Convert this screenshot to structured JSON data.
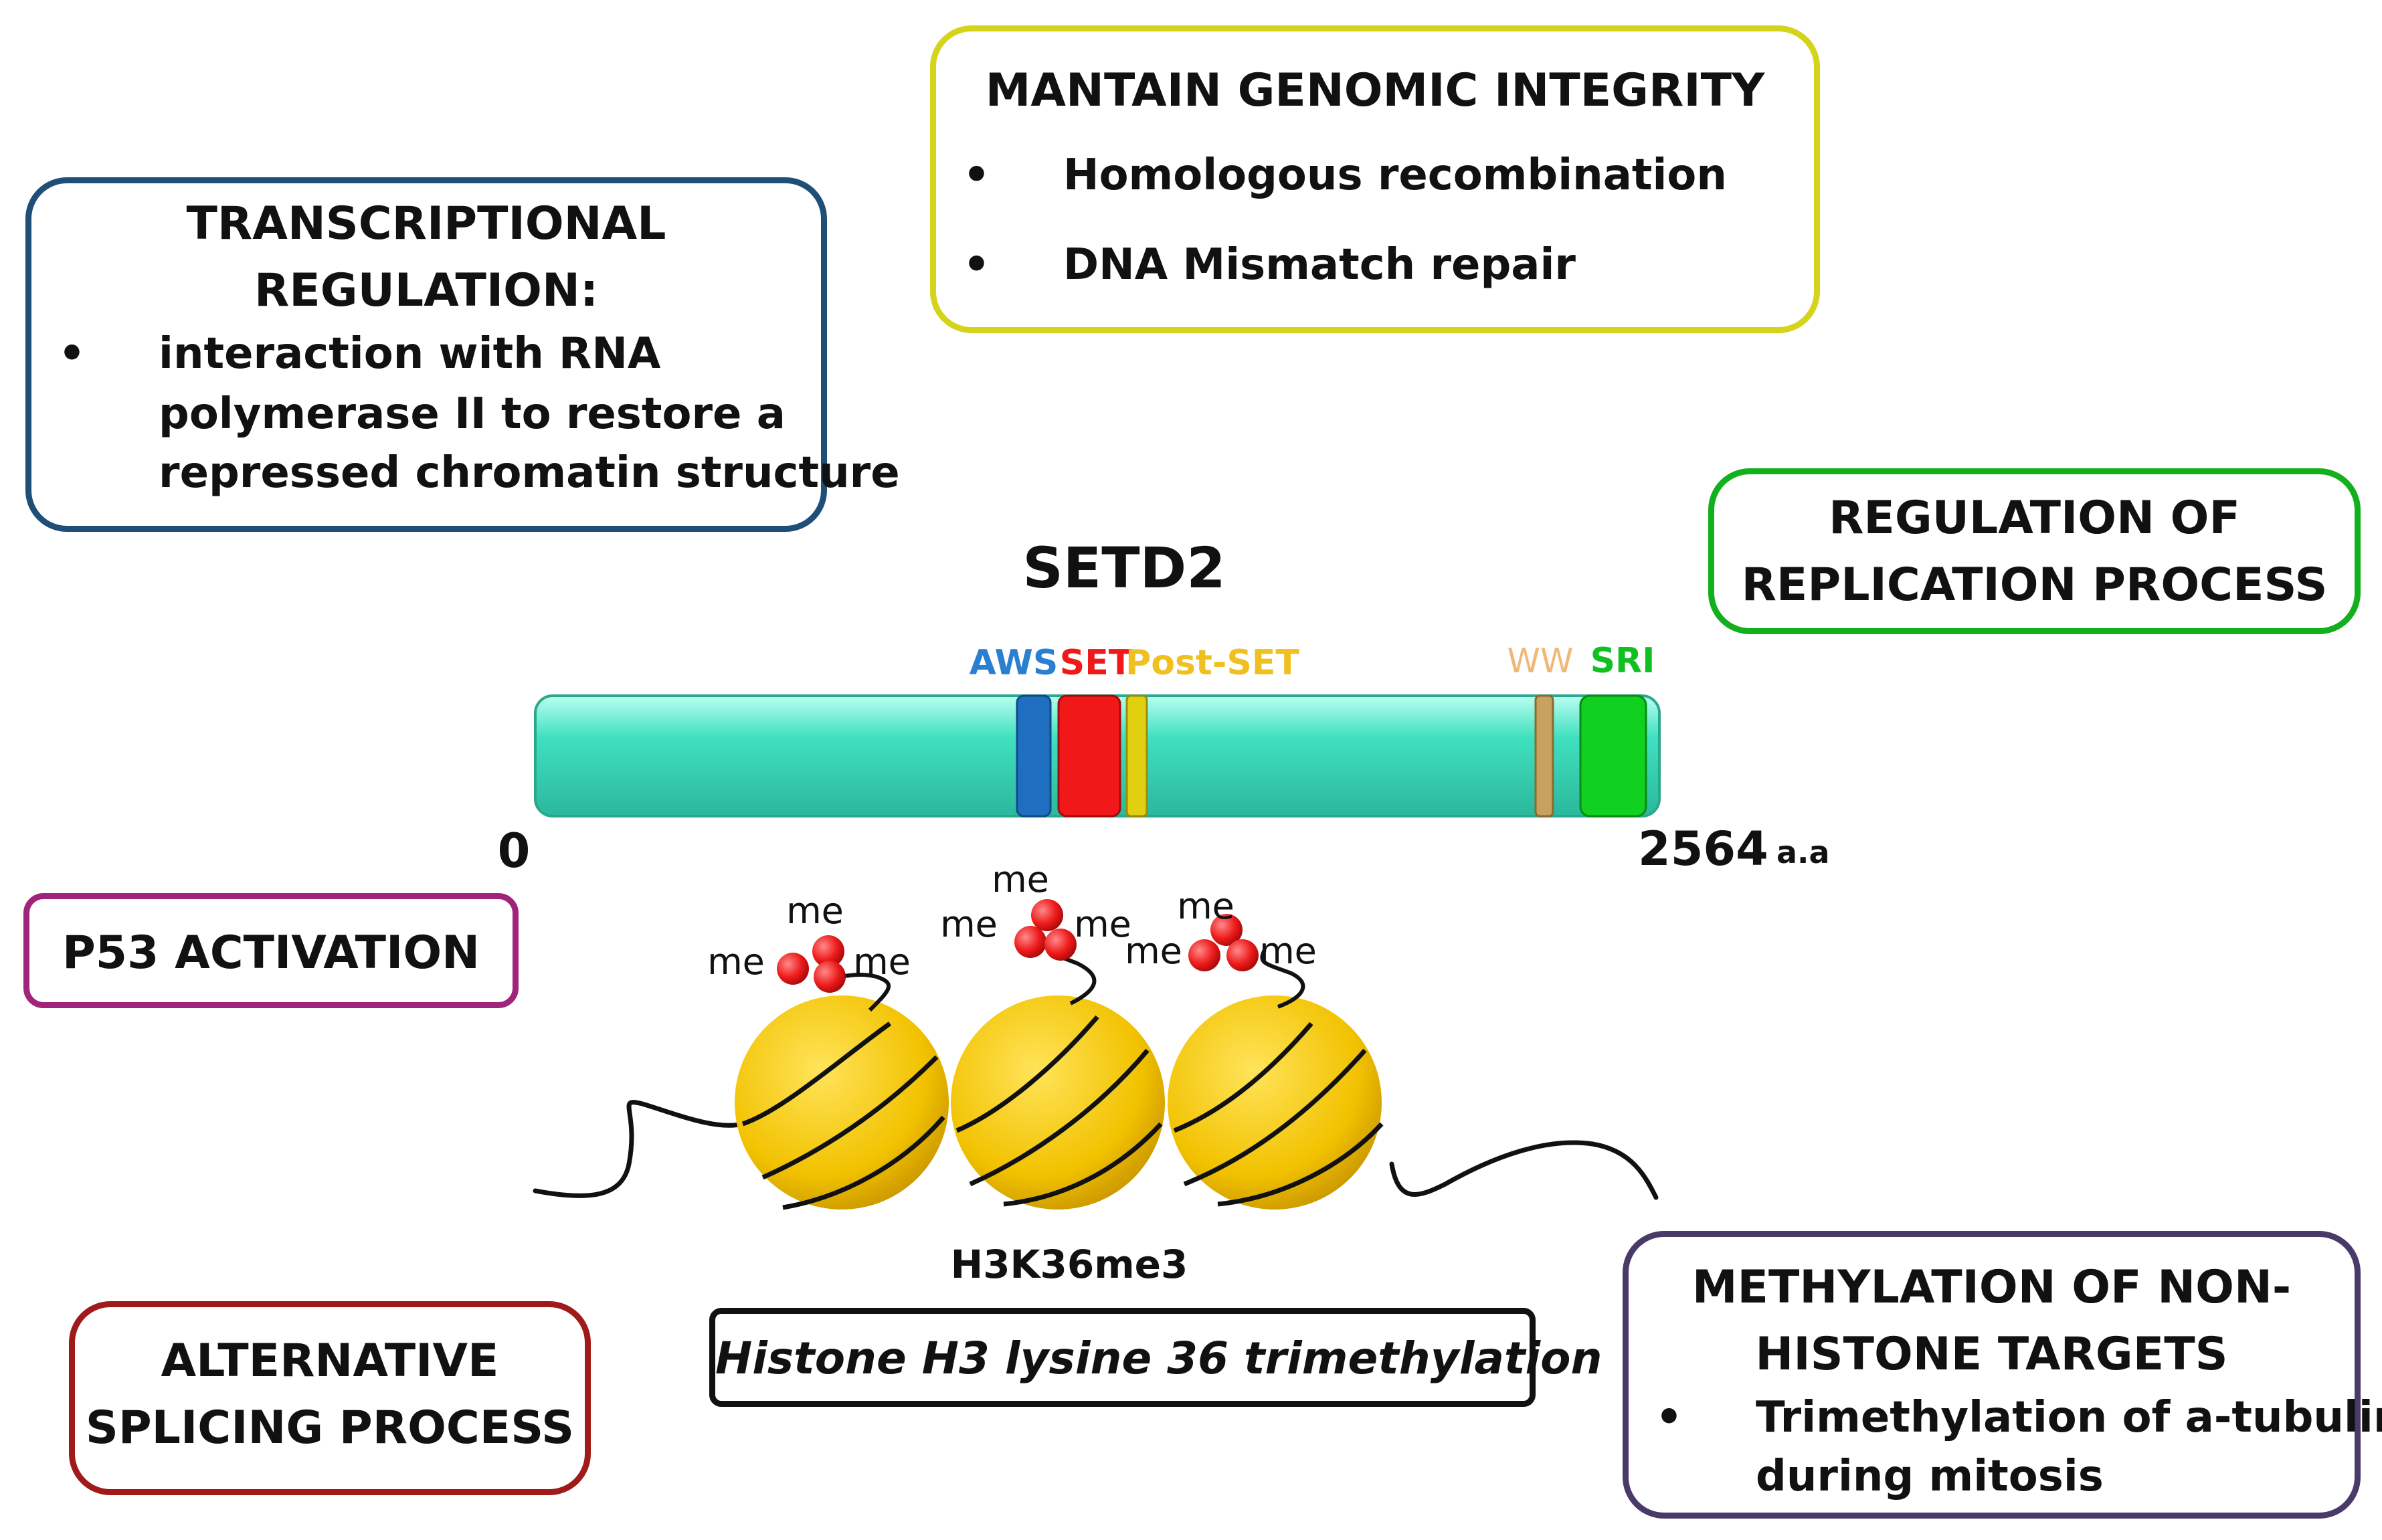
{
  "colors": {
    "transcription_border": "#1f4e79",
    "genomic_border": "#d4d41c",
    "replication_border": "#12b01c",
    "p53_border": "#a0247a",
    "splicing_border": "#a01a1a",
    "nonhistone_border": "#4a3a6a",
    "protein_body": "#3fe0bf",
    "aws": "#1f6fc0",
    "set": "#f01818",
    "post_set": "#e0d010",
    "ww": "#c8a060",
    "sri": "#10d020",
    "nucleosome": "#f2c200",
    "methyl": "#ee1c1c"
  },
  "transcriptional_regulation": {
    "title_line1": "TRANSCRIPTIONAL",
    "title_line2": "REGULATION:",
    "bullet_symbol": "•",
    "bullet_lines": [
      "interaction with RNA",
      "polymerase II to restore a",
      "repressed chromatin structure"
    ]
  },
  "genomic_integrity": {
    "title": "MANTAIN GENOMIC INTEGRITY",
    "bullet_symbol": "•",
    "bullets": [
      "Homologous recombination",
      "DNA Mismatch repair"
    ]
  },
  "replication": {
    "title_line1": "REGULATION OF",
    "title_line2": "REPLICATION PROCESS"
  },
  "p53": {
    "title": "P53 ACTIVATION"
  },
  "splicing": {
    "title_line1": "ALTERNATIVE",
    "title_line2": "SPLICING PROCESS"
  },
  "non_histone": {
    "title_line1": "METHYLATION OF NON-",
    "title_line2": "HISTONE TARGETS",
    "bullet_symbol": "•",
    "bullet_lines": [
      "Trimethylation of a-tubulin",
      "during mitosis"
    ]
  },
  "protein": {
    "name": "SETD2",
    "start": "0",
    "end": "2564",
    "unit": "a.a",
    "domains": {
      "aws": "AWS",
      "set": "SET",
      "post_set": "Post-SET",
      "ww": "WW",
      "sri": "SRI"
    }
  },
  "chromatin": {
    "me_label": "me",
    "mark_label": "H3K36me3",
    "description": "Histone H3 lysine 36 trimethylation"
  }
}
